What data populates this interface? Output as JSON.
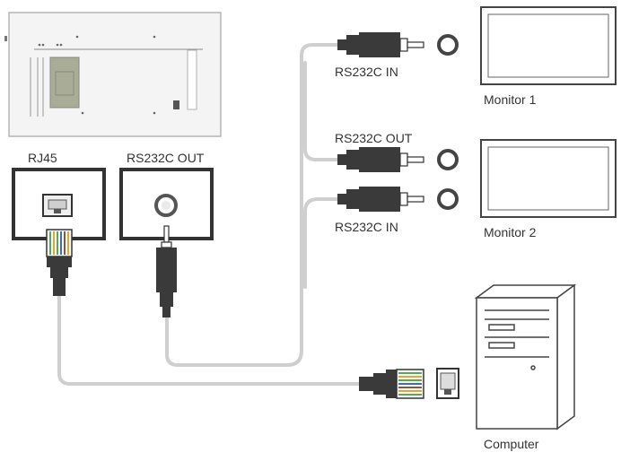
{
  "labels": {
    "rj45": "RJ45",
    "rs232c_out_top": "RS232C OUT",
    "rs232c_in_1": "RS232C IN",
    "rs232c_out_mid": "RS232C OUT",
    "rs232c_in_2": "RS232C IN",
    "monitor_1": "Monitor 1",
    "monitor_2": "Monitor 2",
    "computer": "Computer"
  },
  "colors": {
    "line": "#444444",
    "cable": "#cfcfcf",
    "plug_dark": "#3a3a3a",
    "panel_fill": "#f4f4f4",
    "module": "#a9ad96",
    "wire_green": "#4caf50",
    "wire_orange": "#f0a030",
    "wire_brown": "#8b5a2b",
    "wire_blue": "#3a6ad0"
  },
  "icons": [
    "rj45-port-icon",
    "round-port-icon",
    "rs232c-plug-icon",
    "rj45-plug-icon",
    "monitor-icon",
    "computer-tower-icon"
  ]
}
